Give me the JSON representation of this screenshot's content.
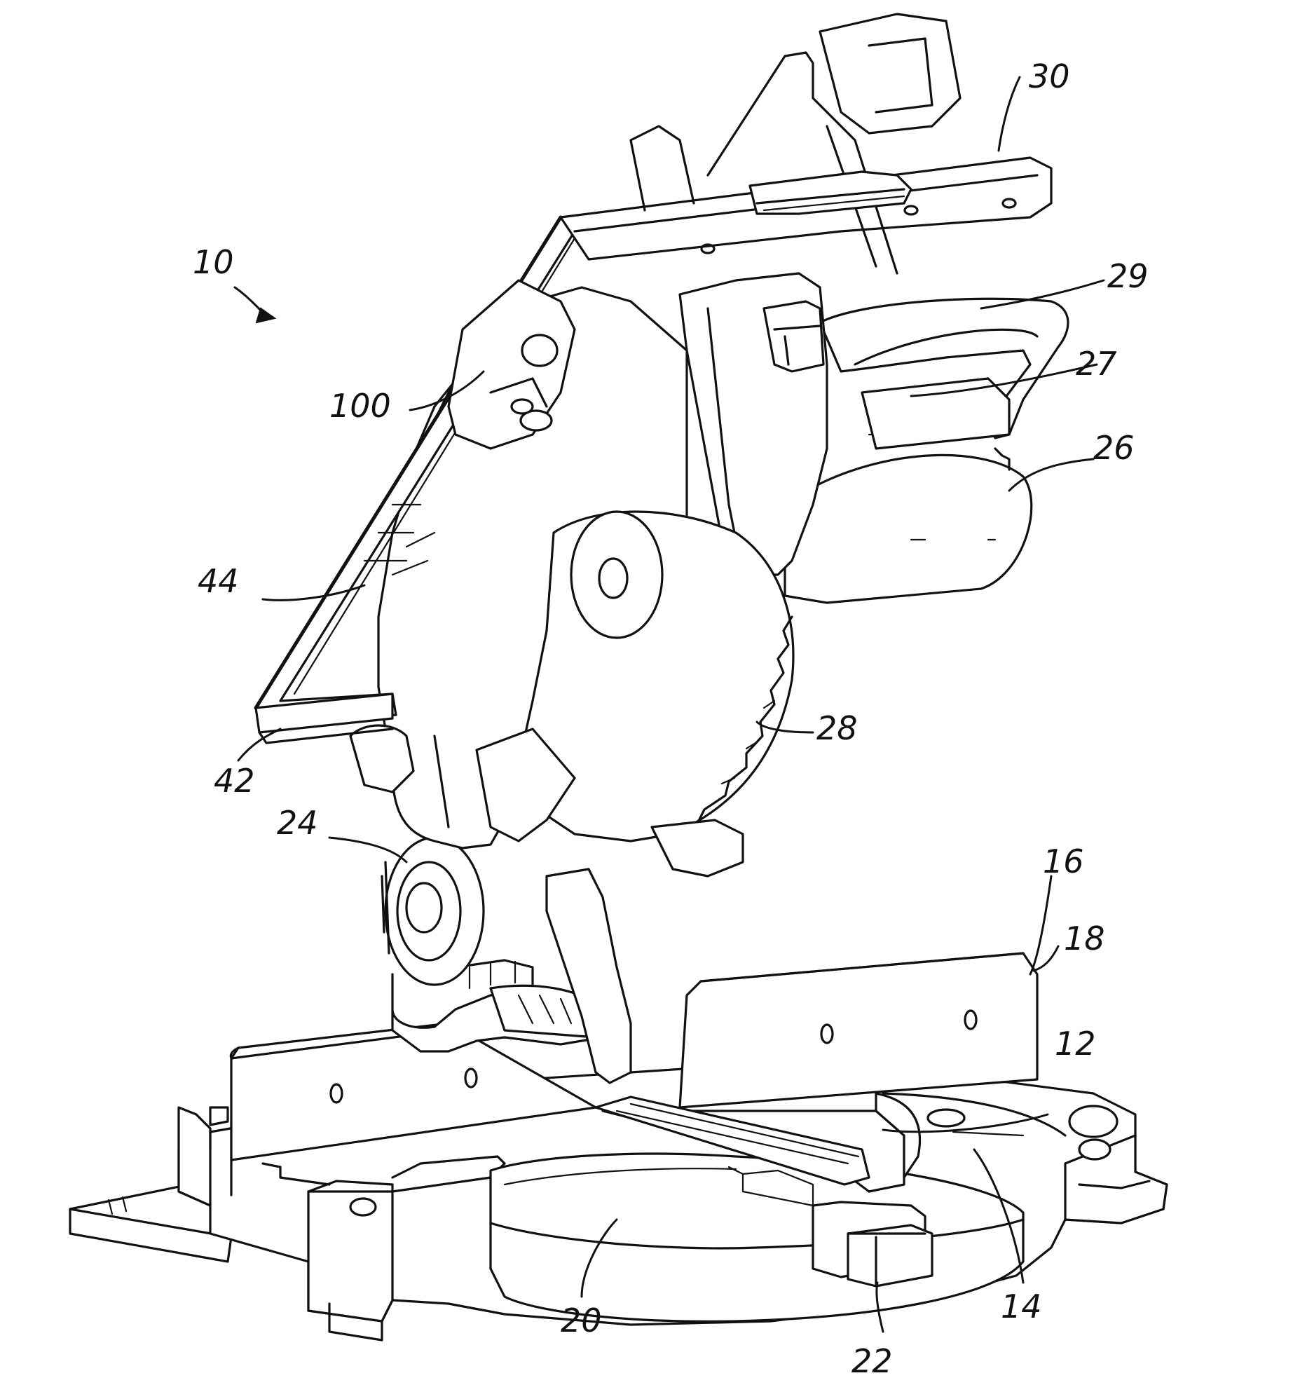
{
  "figure": {
    "reference_labels": {
      "r10": "10",
      "r12": "12",
      "r14": "14",
      "r16": "16",
      "r18": "18",
      "r20": "20",
      "r22": "22",
      "r24": "24",
      "r26": "26",
      "r27": "27",
      "r28": "28",
      "r29": "29",
      "r30": "30",
      "r42": "42",
      "r44": "44",
      "r100": "100"
    },
    "colors": {
      "line": "#111111",
      "background": "#ffffff"
    }
  }
}
